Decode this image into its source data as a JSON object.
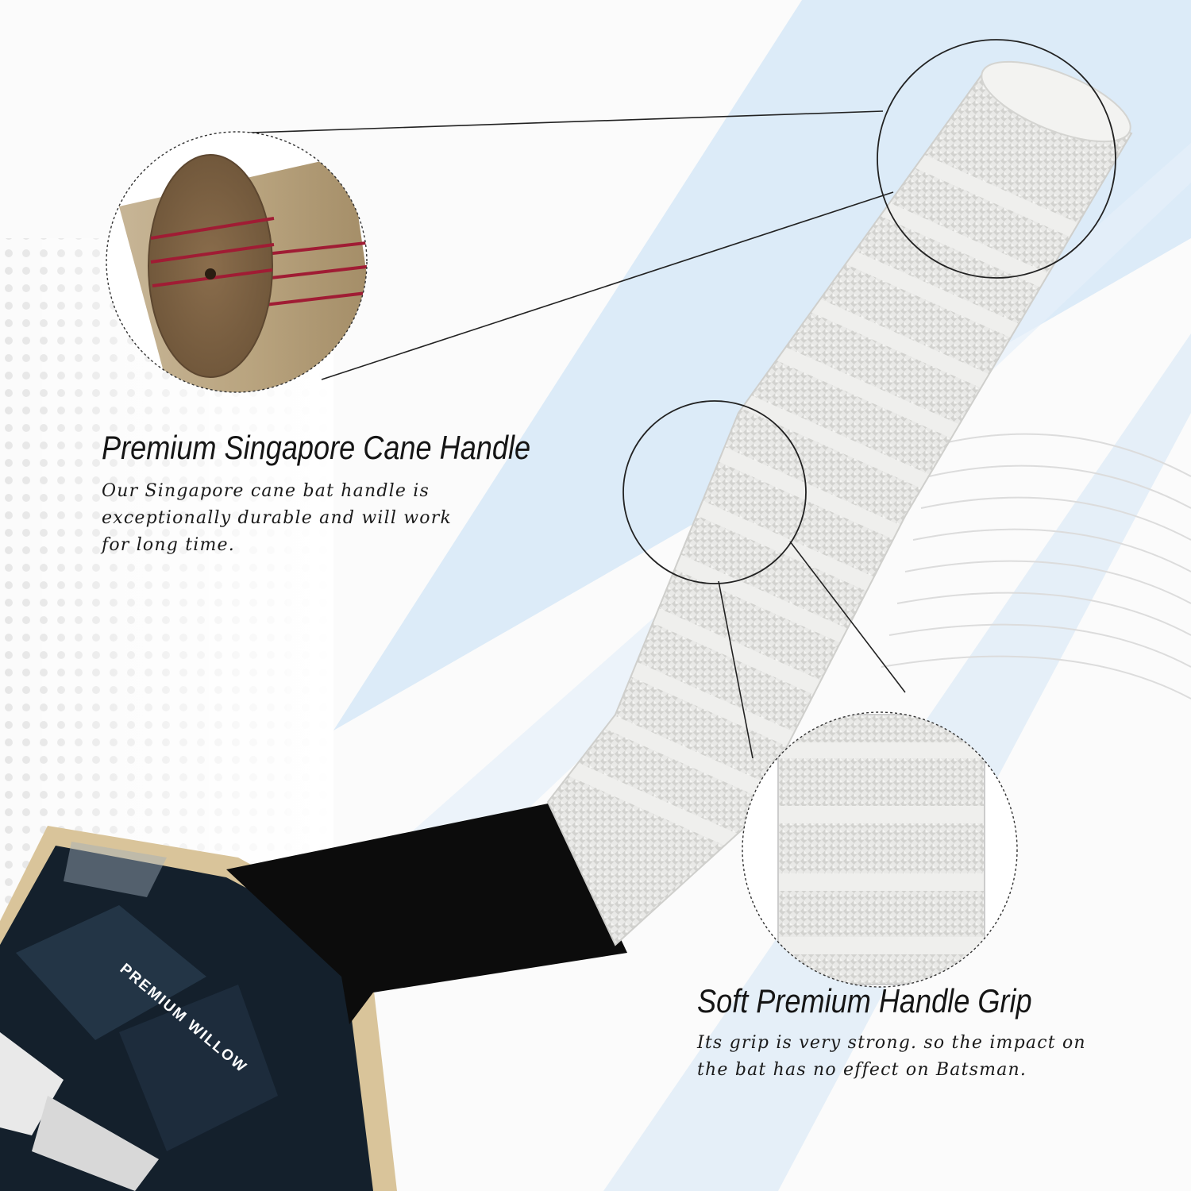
{
  "features": [
    {
      "title": "Premium Singapore Cane Handle",
      "description": "Our Singapore cane bat handle is exceptionally durable and will work for long time."
    },
    {
      "title": "Soft Premium Handle Grip",
      "description": "Its grip is very strong. so the impact on the bat has no effect on Batsman."
    }
  ],
  "bat_label": "PREMIUM WILLOW",
  "icons": [
    "cane-handle-closeup",
    "grip-texture-closeup",
    "cricket-bat-handle"
  ],
  "colors": {
    "accent_blue": "#cfe3f4",
    "grip_white": "#e8e8e6",
    "cane_wood": "#b59f7e",
    "cane_stripe": "#a0203a",
    "bat_blade_dark": "#14202c",
    "text": "#151515"
  }
}
